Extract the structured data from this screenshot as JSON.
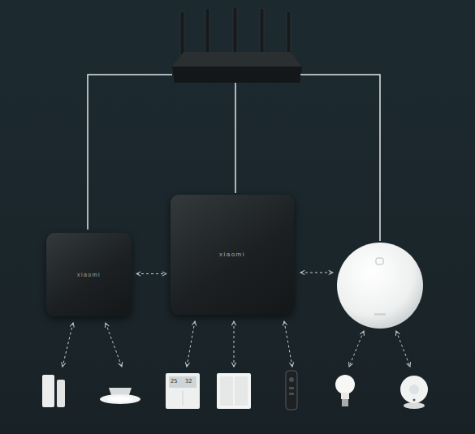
{
  "diagram": {
    "nodes": [
      {
        "text": [
          "xiaomi"
        ]
      },
      {
        "text": [
          "xiaomi"
        ]
      }
    ],
    "edges": [
      {
        "from": 0,
        "to": 1,
        "arrow": "both"
      }
    ],
    "labels": [
      "25",
      "32"
    ]
  }
}
